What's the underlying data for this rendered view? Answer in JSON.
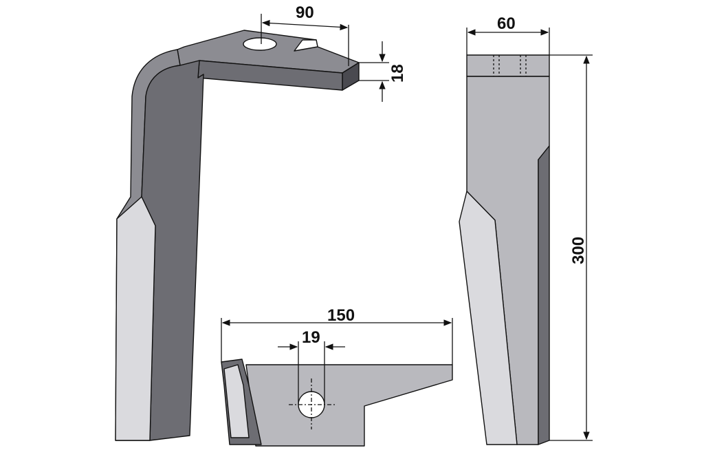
{
  "dimensions": {
    "top_width": "90",
    "thickness": "18",
    "side_width": "60",
    "height": "300",
    "base_length": "150",
    "hole_diameter": "19"
  },
  "colors": {
    "background": "#ffffff",
    "face_dark": "#6d6d73",
    "face_mid": "#8c8c92",
    "face_light": "#b9b9be",
    "face_lighter": "#d3d3d7",
    "hard_facing": "#dadade",
    "line": "#111111"
  }
}
